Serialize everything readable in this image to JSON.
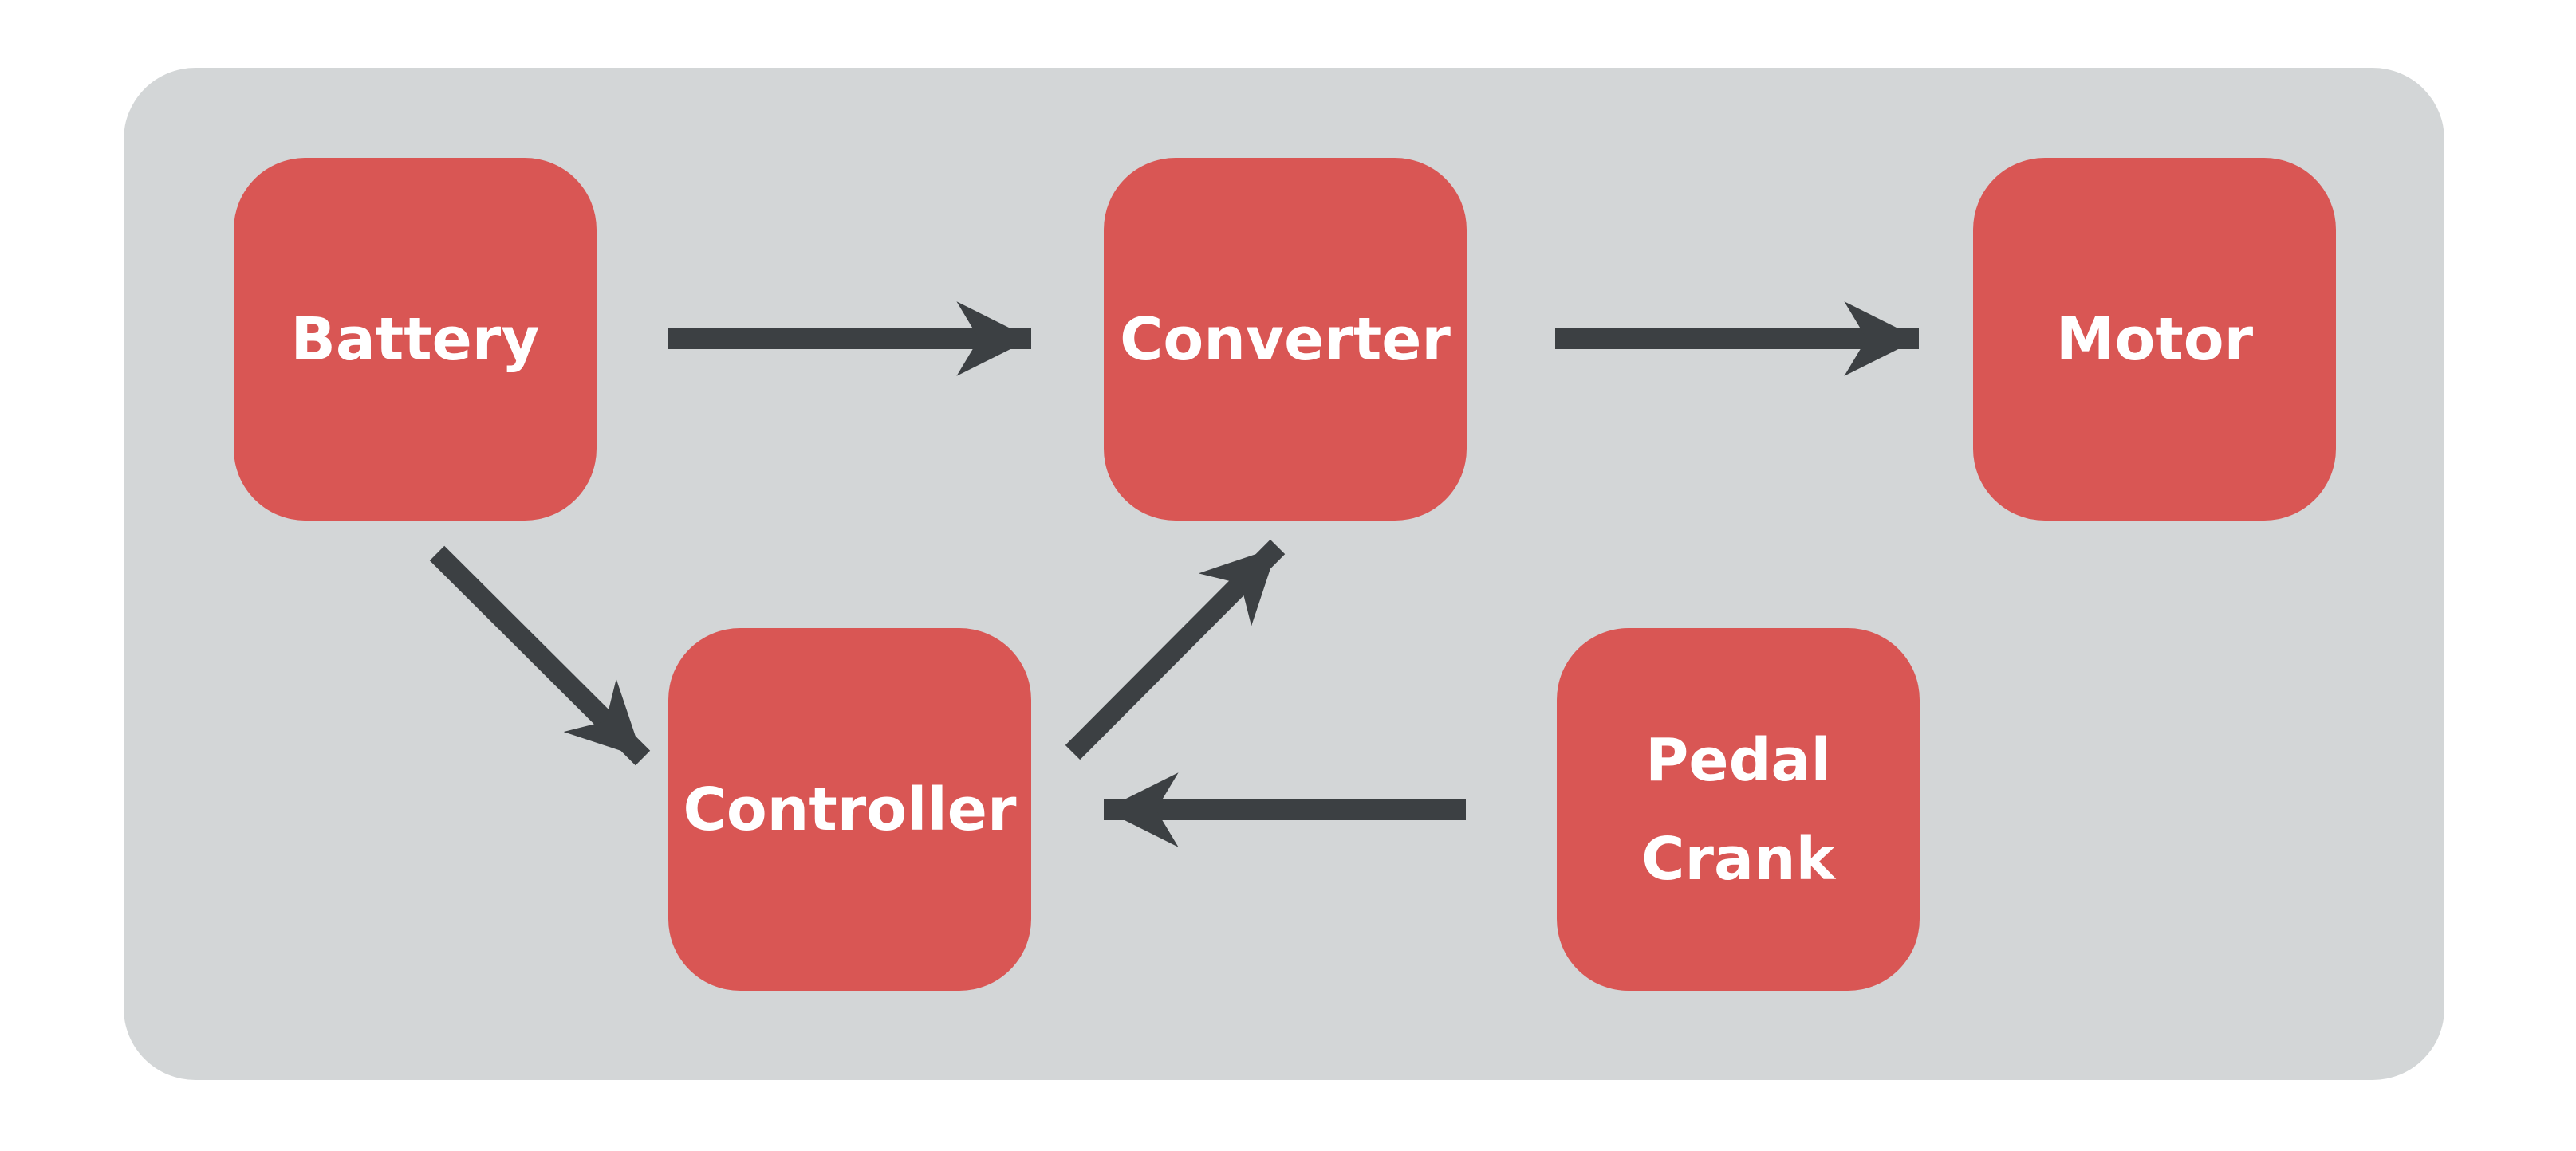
{
  "colors": {
    "background": "#ffffff",
    "panel": "#d3d6d7",
    "node_fill": "#d95654",
    "node_text": "#ffffff",
    "arrow": "#3c4043"
  },
  "nodes": {
    "battery": {
      "label": "Battery"
    },
    "converter": {
      "label": "Converter"
    },
    "motor": {
      "label": "Motor"
    },
    "controller": {
      "label": "Controller"
    },
    "pedal": {
      "label": "Pedal\nCrank"
    }
  },
  "edges": [
    {
      "from": "battery",
      "to": "converter"
    },
    {
      "from": "converter",
      "to": "motor"
    },
    {
      "from": "battery",
      "to": "controller"
    },
    {
      "from": "controller",
      "to": "converter"
    },
    {
      "from": "pedal",
      "to": "controller"
    }
  ]
}
